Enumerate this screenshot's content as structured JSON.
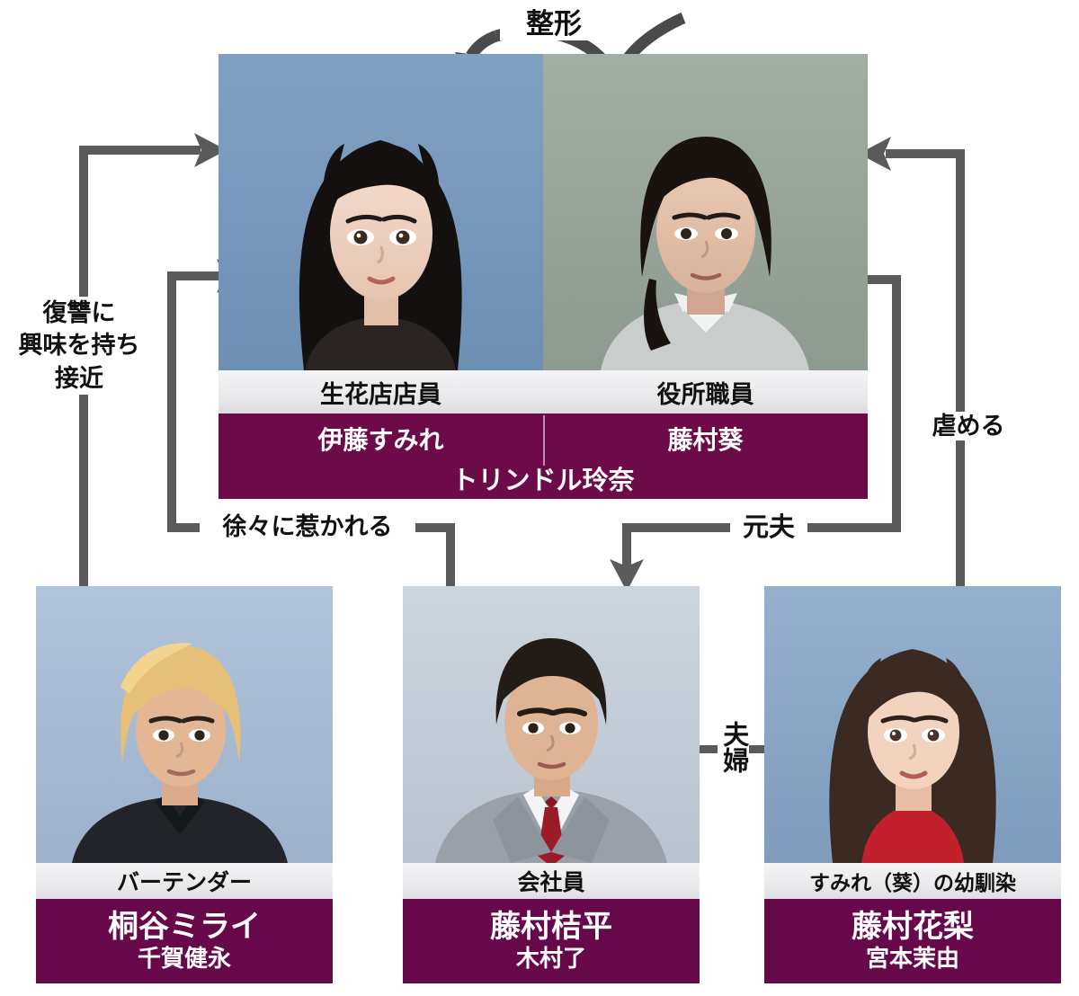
{
  "accent": {
    "name_bar_top": "#6d0b49",
    "name_bar_bottom": "#66084a",
    "connector": "#5a5a5a",
    "role_bar": "#e7e7ea"
  },
  "top_group": {
    "actor": "トリンドル玲奈",
    "characters": [
      {
        "role": "生花店店員",
        "name": "伊藤すみれ",
        "photo_bg": "#7c9cc0"
      },
      {
        "role": "役所職員",
        "name": "藤村葵",
        "photo_bg": "#9aa69c"
      }
    ]
  },
  "bottom_characters": [
    {
      "role": "バーテンダー",
      "name": "桐谷ミライ",
      "actor": "千賀健永",
      "photo_bg": "#a9bcd4"
    },
    {
      "role": "会社員",
      "name": "藤村桔平",
      "actor": "木村了",
      "photo_bg": "#c3ccd6"
    },
    {
      "role": "すみれ（葵）の幼馴染",
      "name": "藤村花梨",
      "actor": "宮本茉由",
      "photo_bg": "#8ba9c9"
    }
  ],
  "relations": [
    {
      "id": "seikei",
      "label": "整形",
      "from": "藤村葵",
      "to": "伊藤すみれ"
    },
    {
      "id": "fukushu",
      "label": "復讐に\n興味を持ち\n接近",
      "from": "桐谷ミライ",
      "to": "伊藤すみれ"
    },
    {
      "id": "jojoni",
      "label": "徐々に惹かれる",
      "from": "藤村桔平",
      "to": "伊藤すみれ"
    },
    {
      "id": "motootto",
      "label": "元夫",
      "from": "藤村葵",
      "to": "藤村桔平"
    },
    {
      "id": "ijimeru",
      "label": "虐める",
      "from": "藤村花梨",
      "to": "藤村葵"
    },
    {
      "id": "fuufu",
      "label": "夫婦",
      "from": "藤村桔平",
      "to": "藤村花梨"
    }
  ]
}
